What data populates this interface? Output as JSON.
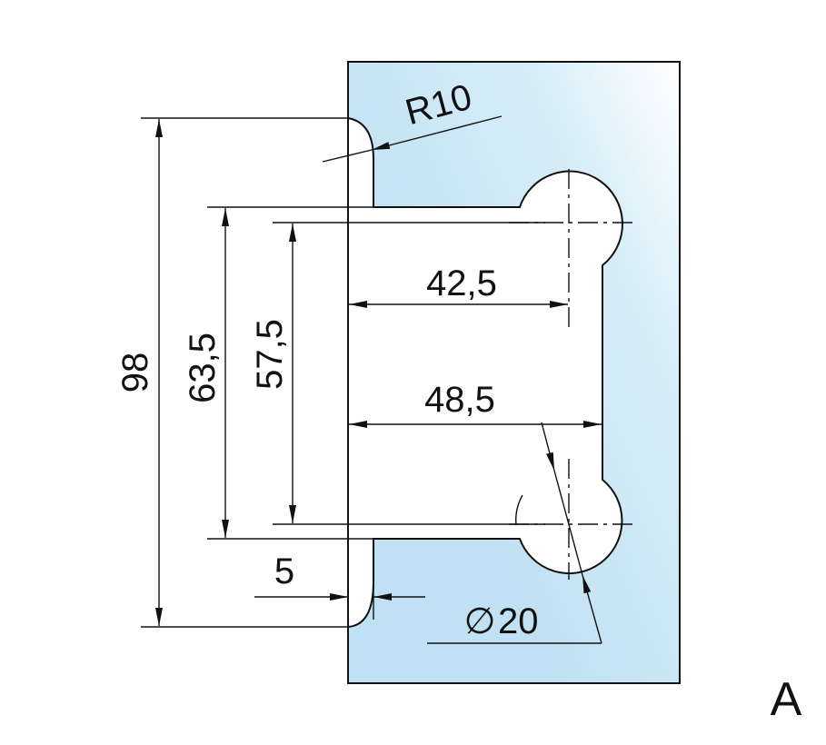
{
  "dimensions": {
    "overall_height": "98",
    "outer_slot": "63,5",
    "hole_spacing": "57,5",
    "upper_depth": "42,5",
    "lower_depth": "48,5",
    "offset": "5",
    "corner_radius": "R10",
    "hole_diameter": "20",
    "diameter_symbol": "∅"
  },
  "view_label": "A",
  "colors": {
    "glass_light": "#ffffff",
    "glass": "#c2e2f4",
    "line": "#111111"
  }
}
